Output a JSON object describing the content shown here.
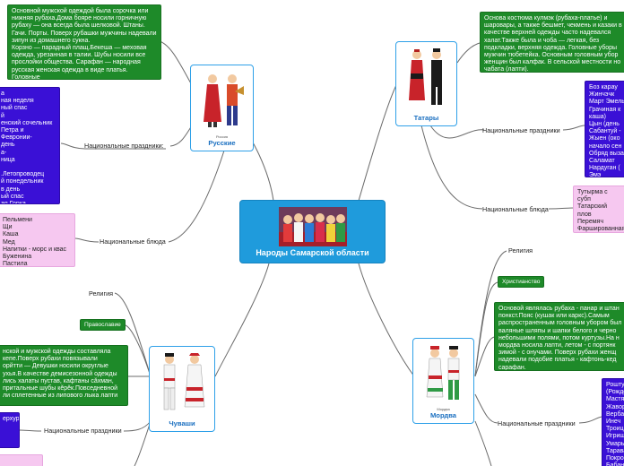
{
  "central": {
    "title": "Народы Самарской области"
  },
  "nodes": {
    "russians": {
      "title": "Русские",
      "figure_caption": "Россия"
    },
    "tatars": {
      "title": "Татары"
    },
    "chuvash": {
      "title": "Чуваши"
    },
    "mordva": {
      "title": "Мордва",
      "figure_caption": "Мордва"
    }
  },
  "branches": {
    "russians_holidays": "Национальные праздники:",
    "russians_dishes": "Национальные блюда",
    "tatars_holidays": "Национальные праздники",
    "tatars_dishes": "Национальные блюда",
    "chuvash_religion": "Религия",
    "chuvash_religion_value": "Православие",
    "chuvash_holidays": "Национальные праздники",
    "mordva_religion": "Религия",
    "mordva_religion_value": "Христианство",
    "mordva_holidays": "Национальные праздники"
  },
  "texts": {
    "russians_costume": "Основной мужской одеждой была сорочка или\nнижняя рубаха.Дома бояре носили горничную\nрубаху — она всегда была шелковой. Штаны.\nГачи. Порты. Поверх рубашки мужчины надевали\nзипун из домашнего сукна.\nКорзно — парадный плащ.Бекеша — меховая\nодежда, урезанная в талии. Шубы носили все\nпрослойки общества. Сарафан — народная\nрусская женская одежда в виде платья. Головные\nуборы- кокошник,кичка, сорока,повойник.",
    "russians_holidays_list": "а\nная неделя\nный спас\nй\nенский сочельник\nПетра и Февронии-\nдень\nа-\nница\n\n.Летопроводец\nй понедельник\nв день\nый спас\nая Горка\nКупала",
    "russians_dishes_list": "Пельмени\nЩи\nКаша\nМед\nНапитки - морс и квас\n Буженина\nПастила",
    "tatars_costume": "Основа костюма кулмэк (рубаха-платье) и\nшаровары, а также бешмет, чекмень и казаки в\nкачестве верхней одежды часто надевался\nхалат.Также была и чоба — легкая, без\nподкладки, верхняя одежда. Головные уборы\nмужчин тюбетейка. Основным головным убор\nженщин был калфак. В сельской местности но\nчабата (лапти).",
    "tatars_holidays_list": "Боз карау\n Жинчэчк\nМарт Эмель\nГрачиная к\nкаша)\nЦын (день\nСабантуй -\nЖыен (око\nначало сен\nОбряд выза\nСаламат\nНардуган (\nЭмэ",
    "tatars_dishes_list": "Тутырма с субп\nТатарский плов\nПеремяч\nФаршированная\nБэлиш с уткой\nЧак-чак (орешн",
    "chuvash_costume": "нской и мужской одежды составляла\nкепе.Поверх рубахи повязывали\nорйтти — Девушки носили округлые\nухья.В качестве демисезонной одежды\nлись халаты пустав, кафтаны сăхман,\nпритальные шубы кĕрĕк.Повседневной\nли сплетенные из липового лыка лапти",
    "chuvash_holidays_list": "ерхури",
    "mordva_costume": "Основой являлась рубаха - панар и штан\nпонкст.Пояс (кушак или каркс).Самым\nраспространенным головным убором был\nваляные шляпы и шапки белого и черно\nнебольшими полями, потом куртузы.На н\nмордва носила лапти, летом - с портянк\nзимой - с онучами. Поверх рубахи женщ\nнадевали подобие платья - кафтонь-кед\nсарафан.",
    "mordva_holidays_list": "Роштув\n(Рожде\n Мастя\nЖаворо\nВерба\n Инеч\nТроица\nИгрище\nУмарь\nТарава\nПокров\nБабан"
  },
  "colors": {
    "central_fill": "#1f9bdc",
    "node_border": "#2ea0e8",
    "green_box": "#1e8a29",
    "blue_box": "#3a10d6",
    "pink_box": "#f6c8f0",
    "link": "#6b6b6b"
  }
}
